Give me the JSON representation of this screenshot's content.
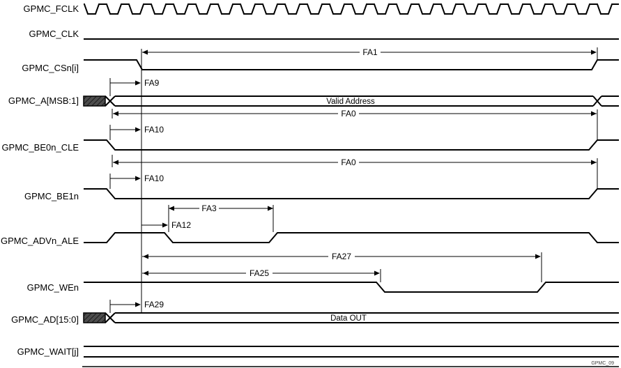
{
  "figure": {
    "watermark": "GPMC_09"
  },
  "signals": {
    "fclk": "GPMC_FCLK",
    "clk": "GPMC_CLK",
    "csn": "GPMC_CSn[i]",
    "addr": "GPMC_A[MSB:1]",
    "be0n_cle": "GPMC_BE0n_CLE",
    "be1n": "GPMC_BE1n",
    "advn_ale": "GPMC_ADVn_ALE",
    "wen": "GPMC_WEn",
    "ad": "GPMC_AD[15:0]",
    "wait": "GPMC_WAIT[j]"
  },
  "bus_values": {
    "addr": "Valid Address",
    "ad": "Data OUT"
  },
  "timings": {
    "fa1": "FA1",
    "fa9": "FA9",
    "fa0_a": "FA0",
    "fa10_a": "FA10",
    "fa0_b": "FA0",
    "fa10_b": "FA10",
    "fa3": "FA3",
    "fa12": "FA12",
    "fa27": "FA27",
    "fa25": "FA25",
    "fa29": "FA29"
  }
}
